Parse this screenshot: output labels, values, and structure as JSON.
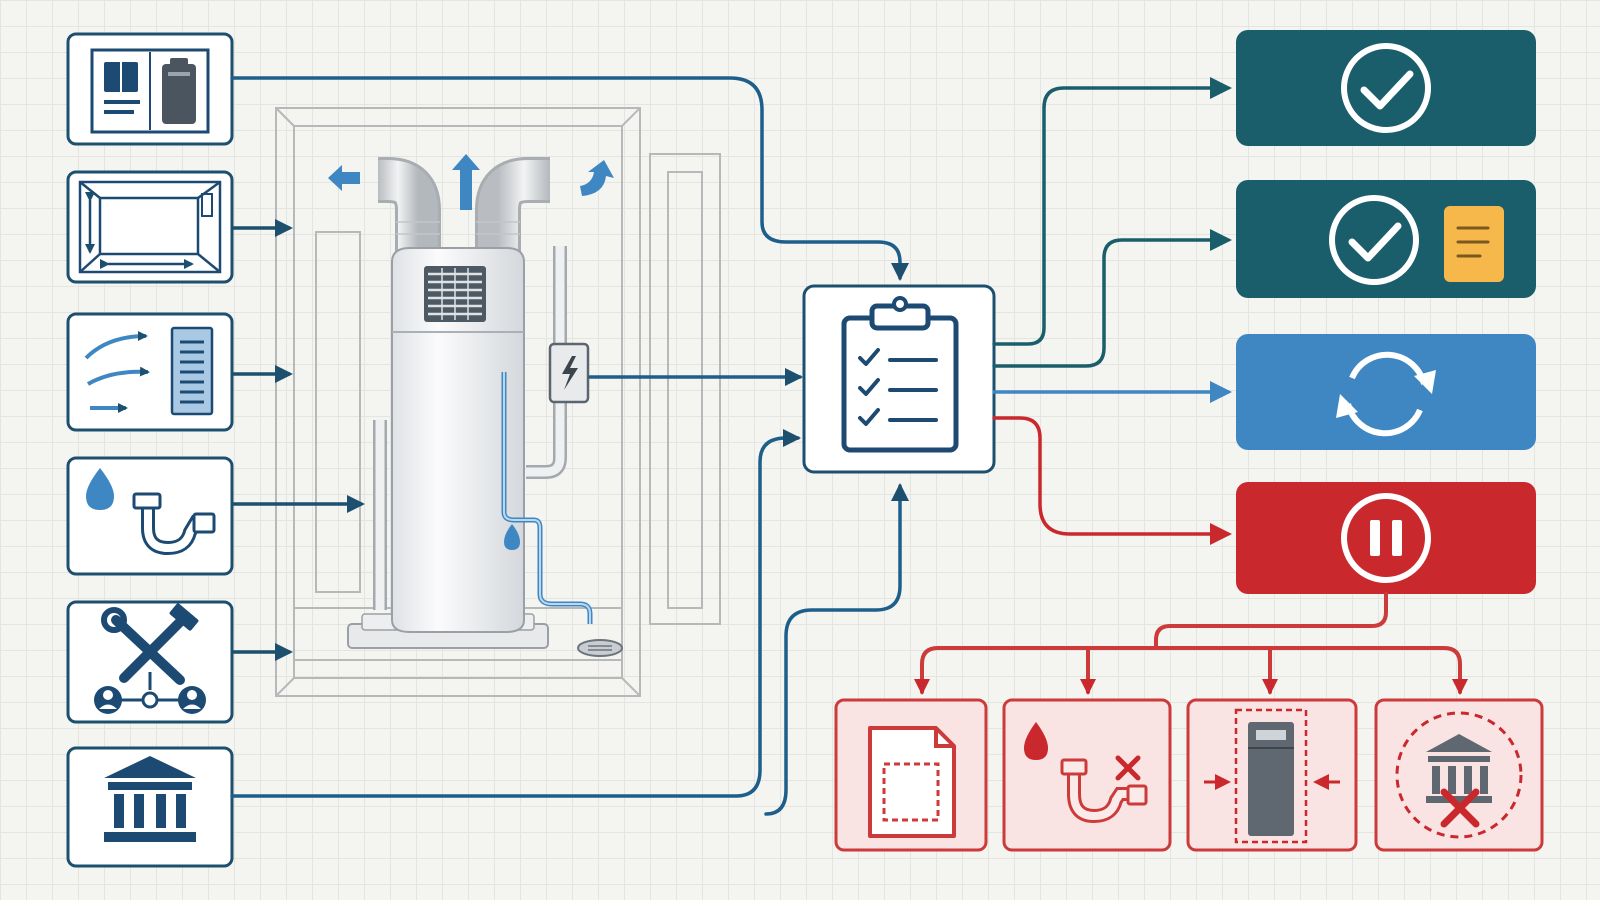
{
  "diagram": {
    "colors": {
      "navy": "#1d4a72",
      "teal": "#1b5e6b",
      "blue": "#3f87c2",
      "red": "#c9292d",
      "light_red": "#f9e3e3",
      "amber": "#f7b84b",
      "grid": "#e4e4e0"
    },
    "inputs": [
      {
        "id": "manual",
        "icon": "manual-and-unit-icon"
      },
      {
        "id": "space",
        "icon": "room-dimensions-icon"
      },
      {
        "id": "airflow",
        "icon": "airflow-vent-icon"
      },
      {
        "id": "drainage",
        "icon": "water-drain-pipe-icon"
      },
      {
        "id": "installer",
        "icon": "tools-and-people-icon"
      },
      {
        "id": "code",
        "icon": "government-building-icon"
      }
    ],
    "center": {
      "icon": "checklist-clipboard-icon"
    },
    "heater": {
      "icon": "heat-pump-water-heater-illustration",
      "detail_icons": [
        "electrical-disconnect-icon",
        "water-drop-icon",
        "floor-drain-icon"
      ]
    },
    "outcomes": [
      {
        "id": "approve",
        "icon": "check-circle-icon",
        "color": "#1b5e6b"
      },
      {
        "id": "approve-notes",
        "icon": "check-with-notes-icon",
        "color": "#1b5e6b"
      },
      {
        "id": "revise",
        "icon": "refresh-cycle-icon",
        "color": "#3f87c2"
      },
      {
        "id": "hold",
        "icon": "pause-circle-icon",
        "color": "#c9292d"
      }
    ],
    "hold_reasons": [
      {
        "id": "space-size",
        "icon": "dashed-area-document-icon"
      },
      {
        "id": "drain-issue",
        "icon": "drain-blocked-icon"
      },
      {
        "id": "clearance",
        "icon": "unit-clearance-icon"
      },
      {
        "id": "code-fail",
        "icon": "code-rejected-icon"
      }
    ]
  }
}
